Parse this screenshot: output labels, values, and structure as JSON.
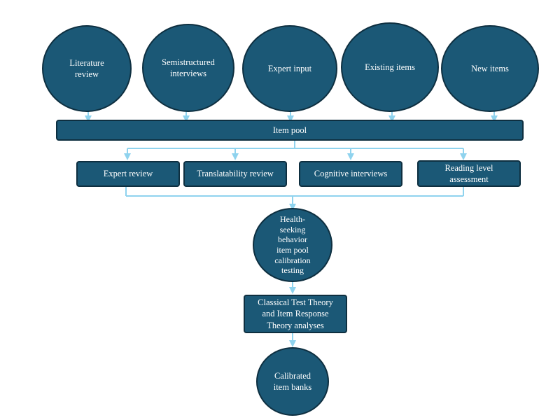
{
  "sources": [
    {
      "label": "Literature\nreview"
    },
    {
      "label": "Semistructured\ninterviews"
    },
    {
      "label": "Expert input"
    },
    {
      "label": "Existing items"
    },
    {
      "label": "New items"
    }
  ],
  "item_pool": {
    "label": "Item pool"
  },
  "reviews": [
    {
      "label": "Expert review"
    },
    {
      "label": "Translatability review"
    },
    {
      "label": "Cognitive interviews"
    },
    {
      "label": "Reading level\nassessment"
    }
  ],
  "calibration": {
    "label": "Health-\nseeking\nbehavior\nitem pool\ncalibration\ntesting"
  },
  "analyses": {
    "label": "Classical Test Theory\nand Item Response\nTheory analyses"
  },
  "final": {
    "label": "Calibrated\nitem banks"
  },
  "colors": {
    "node_fill": "#1b5876",
    "node_border": "#0e2f40",
    "connector": "#8fd3ee"
  }
}
